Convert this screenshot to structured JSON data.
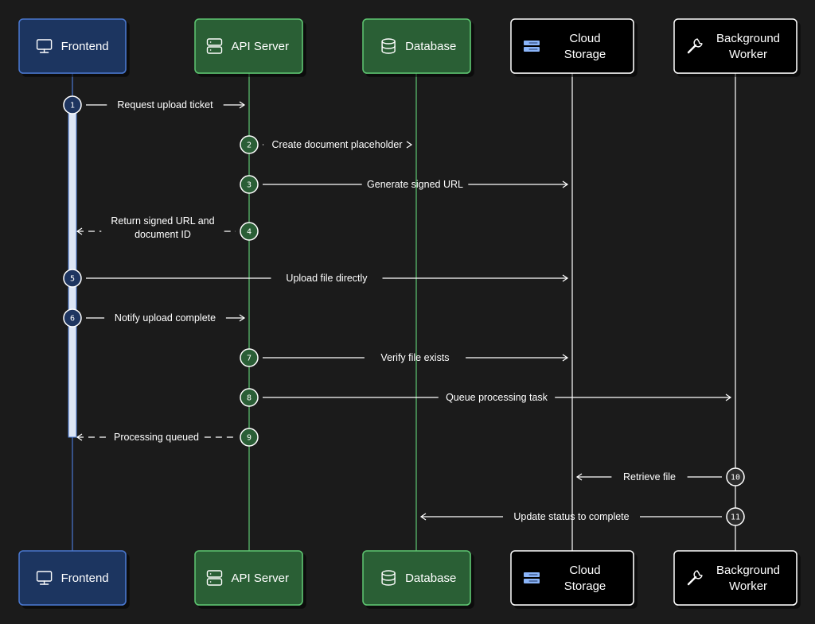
{
  "actors": [
    {
      "id": "frontend",
      "lines": [
        "Frontend"
      ],
      "icon": "monitor-icon",
      "fill": "#1e3560",
      "stroke": "#4a78d0",
      "lifeline": "#4a78d0"
    },
    {
      "id": "api",
      "lines": [
        "API Server"
      ],
      "icon": "server-icon",
      "fill": "#2a5e36",
      "stroke": "#5ec872",
      "lifeline": "#5ec872"
    },
    {
      "id": "db",
      "lines": [
        "Database"
      ],
      "icon": "database-icon",
      "fill": "#2a5e36",
      "stroke": "#5ec872",
      "lifeline": "#5ec872"
    },
    {
      "id": "storage",
      "lines": [
        "Cloud",
        "Storage"
      ],
      "icon": "storage-icon",
      "fill": "#000000",
      "stroke": "#ffffff",
      "lifeline": "#ffffff"
    },
    {
      "id": "worker",
      "lines": [
        "Background",
        "Worker"
      ],
      "icon": "wrench-icon",
      "fill": "#000000",
      "stroke": "#ffffff",
      "lifeline": "#ffffff"
    }
  ],
  "messages": [
    {
      "num": "1",
      "from": "frontend",
      "to": "api",
      "lines": [
        "Request upload ticket"
      ],
      "style": "solid"
    },
    {
      "num": "2",
      "from": "api",
      "to": "db",
      "lines": [
        "Create document placeholder"
      ],
      "style": "solid"
    },
    {
      "num": "3",
      "from": "api",
      "to": "storage",
      "lines": [
        "Generate signed URL"
      ],
      "style": "solid"
    },
    {
      "num": "4",
      "from": "api",
      "to": "frontend",
      "lines": [
        "Return signed URL and",
        "document ID"
      ],
      "style": "dashed"
    },
    {
      "num": "5",
      "from": "frontend",
      "to": "storage",
      "lines": [
        "Upload file directly"
      ],
      "style": "solid"
    },
    {
      "num": "6",
      "from": "frontend",
      "to": "api",
      "lines": [
        "Notify upload complete"
      ],
      "style": "solid"
    },
    {
      "num": "7",
      "from": "api",
      "to": "storage",
      "lines": [
        "Verify file exists"
      ],
      "style": "solid"
    },
    {
      "num": "8",
      "from": "api",
      "to": "worker",
      "lines": [
        "Queue processing task"
      ],
      "style": "solid"
    },
    {
      "num": "9",
      "from": "api",
      "to": "frontend",
      "lines": [
        "Processing queued"
      ],
      "style": "dashed"
    },
    {
      "num": "10",
      "from": "worker",
      "to": "storage",
      "lines": [
        "Retrieve file"
      ],
      "style": "solid"
    },
    {
      "num": "11",
      "from": "worker",
      "to": "db",
      "lines": [
        "Update status to complete"
      ],
      "style": "solid"
    }
  ],
  "activation": {
    "actor": "frontend",
    "from_message": "1",
    "to_message": "9"
  },
  "colors": {
    "background": "#1b1b1b",
    "frontend_circle": "#1e3560",
    "api_circle": "#2a5e36",
    "worker_circle": "#2c2c2c",
    "arrow": "#ffffff"
  }
}
